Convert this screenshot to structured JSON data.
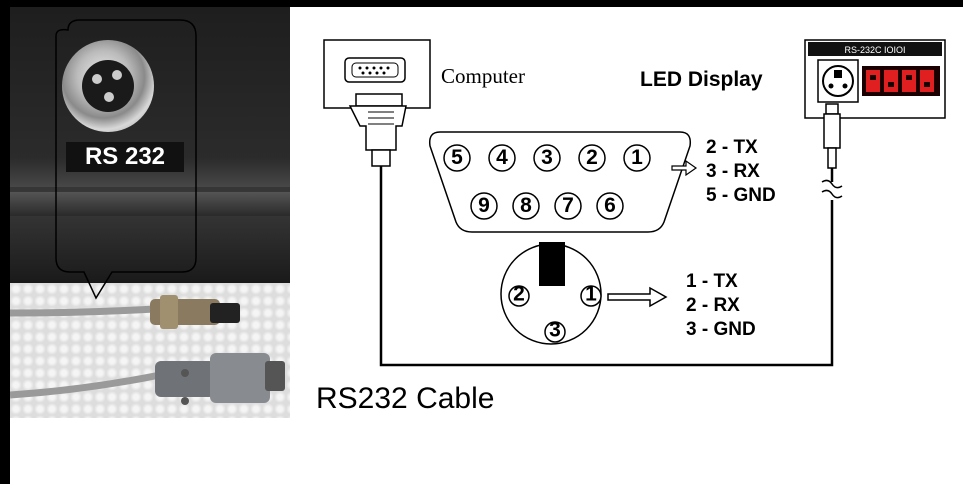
{
  "photo": {
    "connector_label": "RS 232"
  },
  "diagram": {
    "computer_label": "Computer",
    "led_display_label": "LED Display",
    "led_panel_header": "RS-232C IOIOI",
    "cable_title": "RS232 Cable",
    "db9_pins_top": [
      "5",
      "4",
      "3",
      "2",
      "1"
    ],
    "db9_pins_bottom": [
      "9",
      "8",
      "7",
      "6"
    ],
    "db9_map": [
      "2 - TX",
      "3 - RX",
      "5 - GND"
    ],
    "round_pins": [
      "2",
      "1",
      "3"
    ],
    "round_map": [
      "1 - TX",
      "2 - RX",
      "3 - GND"
    ]
  }
}
